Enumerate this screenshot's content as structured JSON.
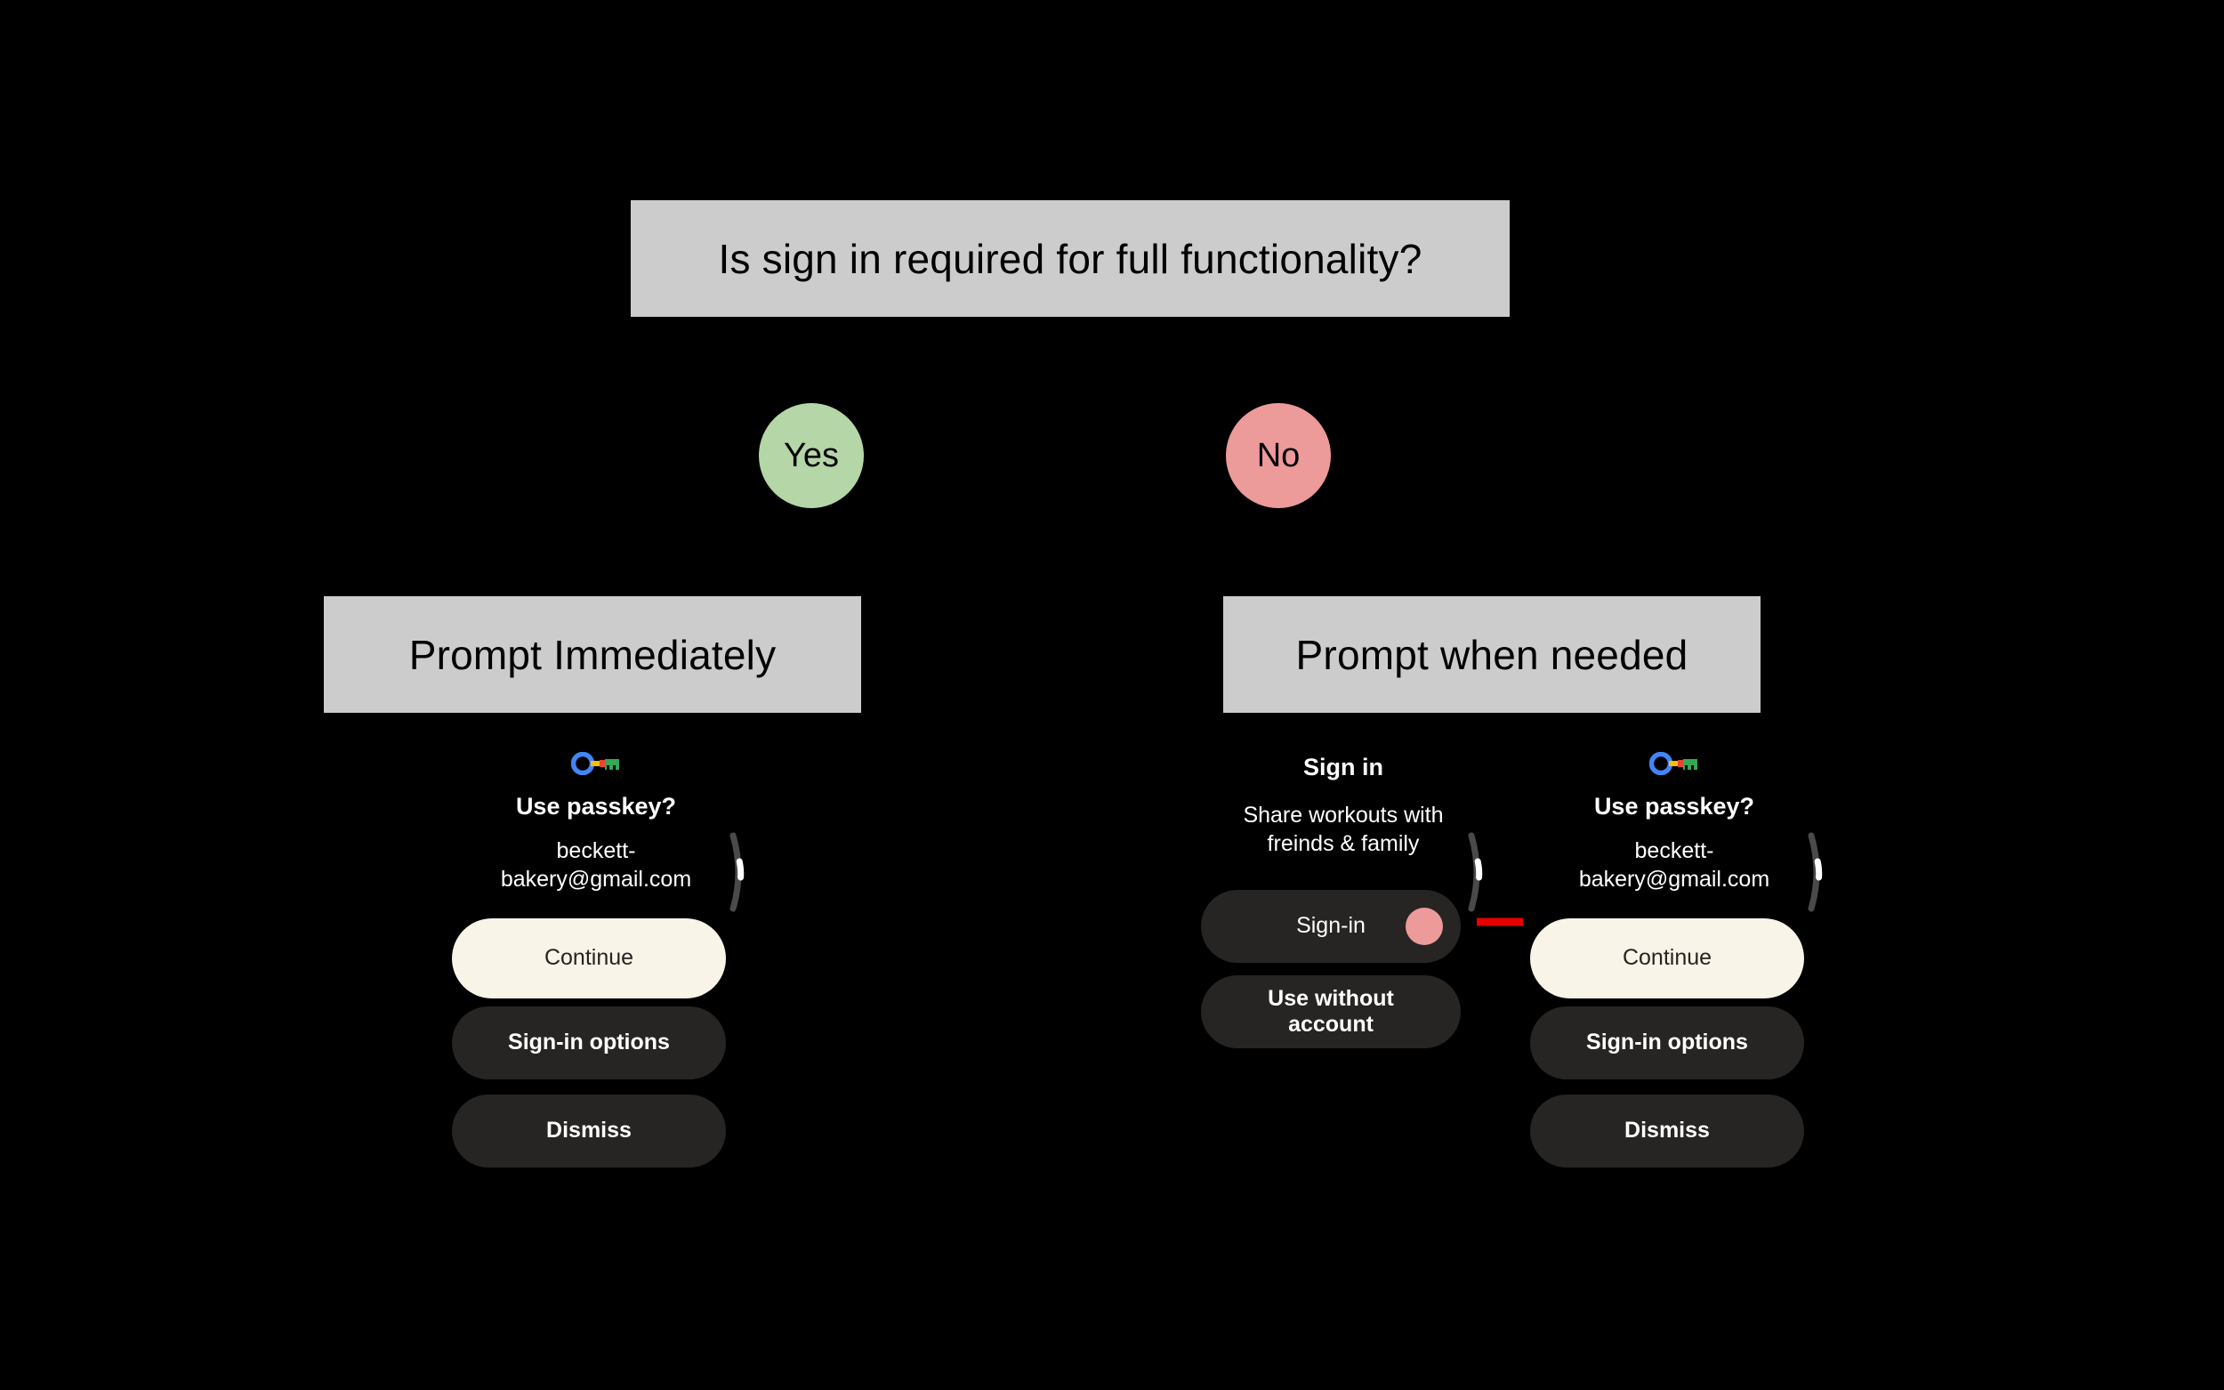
{
  "flow": {
    "question": "Is sign in required for full functionality?",
    "branches": [
      {
        "label": "Yes",
        "color": "#b5d6a7"
      },
      {
        "label": "No",
        "color": "#ed9a9a"
      }
    ],
    "outcomes": [
      {
        "label": "Prompt Immediately"
      },
      {
        "label": "Prompt when needed"
      }
    ]
  },
  "mocks": {
    "passkey_left": {
      "icon": "google-passkey-icon",
      "title": "Use passkey?",
      "account": "beckett-bakery@gmail.com",
      "buttons": [
        {
          "label": "Continue",
          "style": "light"
        },
        {
          "label": "Sign-in options",
          "style": "dark"
        },
        {
          "label": "Dismiss",
          "style": "dark"
        }
      ]
    },
    "signin": {
      "title": "Sign in",
      "subtitle": "Share workouts with freinds & family",
      "buttons": [
        {
          "label": "Sign-in",
          "style": "dark"
        },
        {
          "label": "Use without account",
          "style": "dark"
        }
      ],
      "tap_indicator_color": "#ed9a9a"
    },
    "passkey_right": {
      "icon": "google-passkey-icon",
      "title": "Use passkey?",
      "account": "beckett-bakery@gmail.com",
      "buttons": [
        {
          "label": "Continue",
          "style": "light"
        },
        {
          "label": "Sign-in options",
          "style": "dark"
        },
        {
          "label": "Dismiss",
          "style": "dark"
        }
      ]
    }
  },
  "annotation": {
    "arrow_color": "#e60000",
    "arrow_name": "red-flow-arrow"
  },
  "colors": {
    "background": "#000000",
    "box_fill": "#cccccc",
    "pill_dark": "#262523",
    "pill_light": "#f8f4e8",
    "text_light": "#ffffff"
  }
}
